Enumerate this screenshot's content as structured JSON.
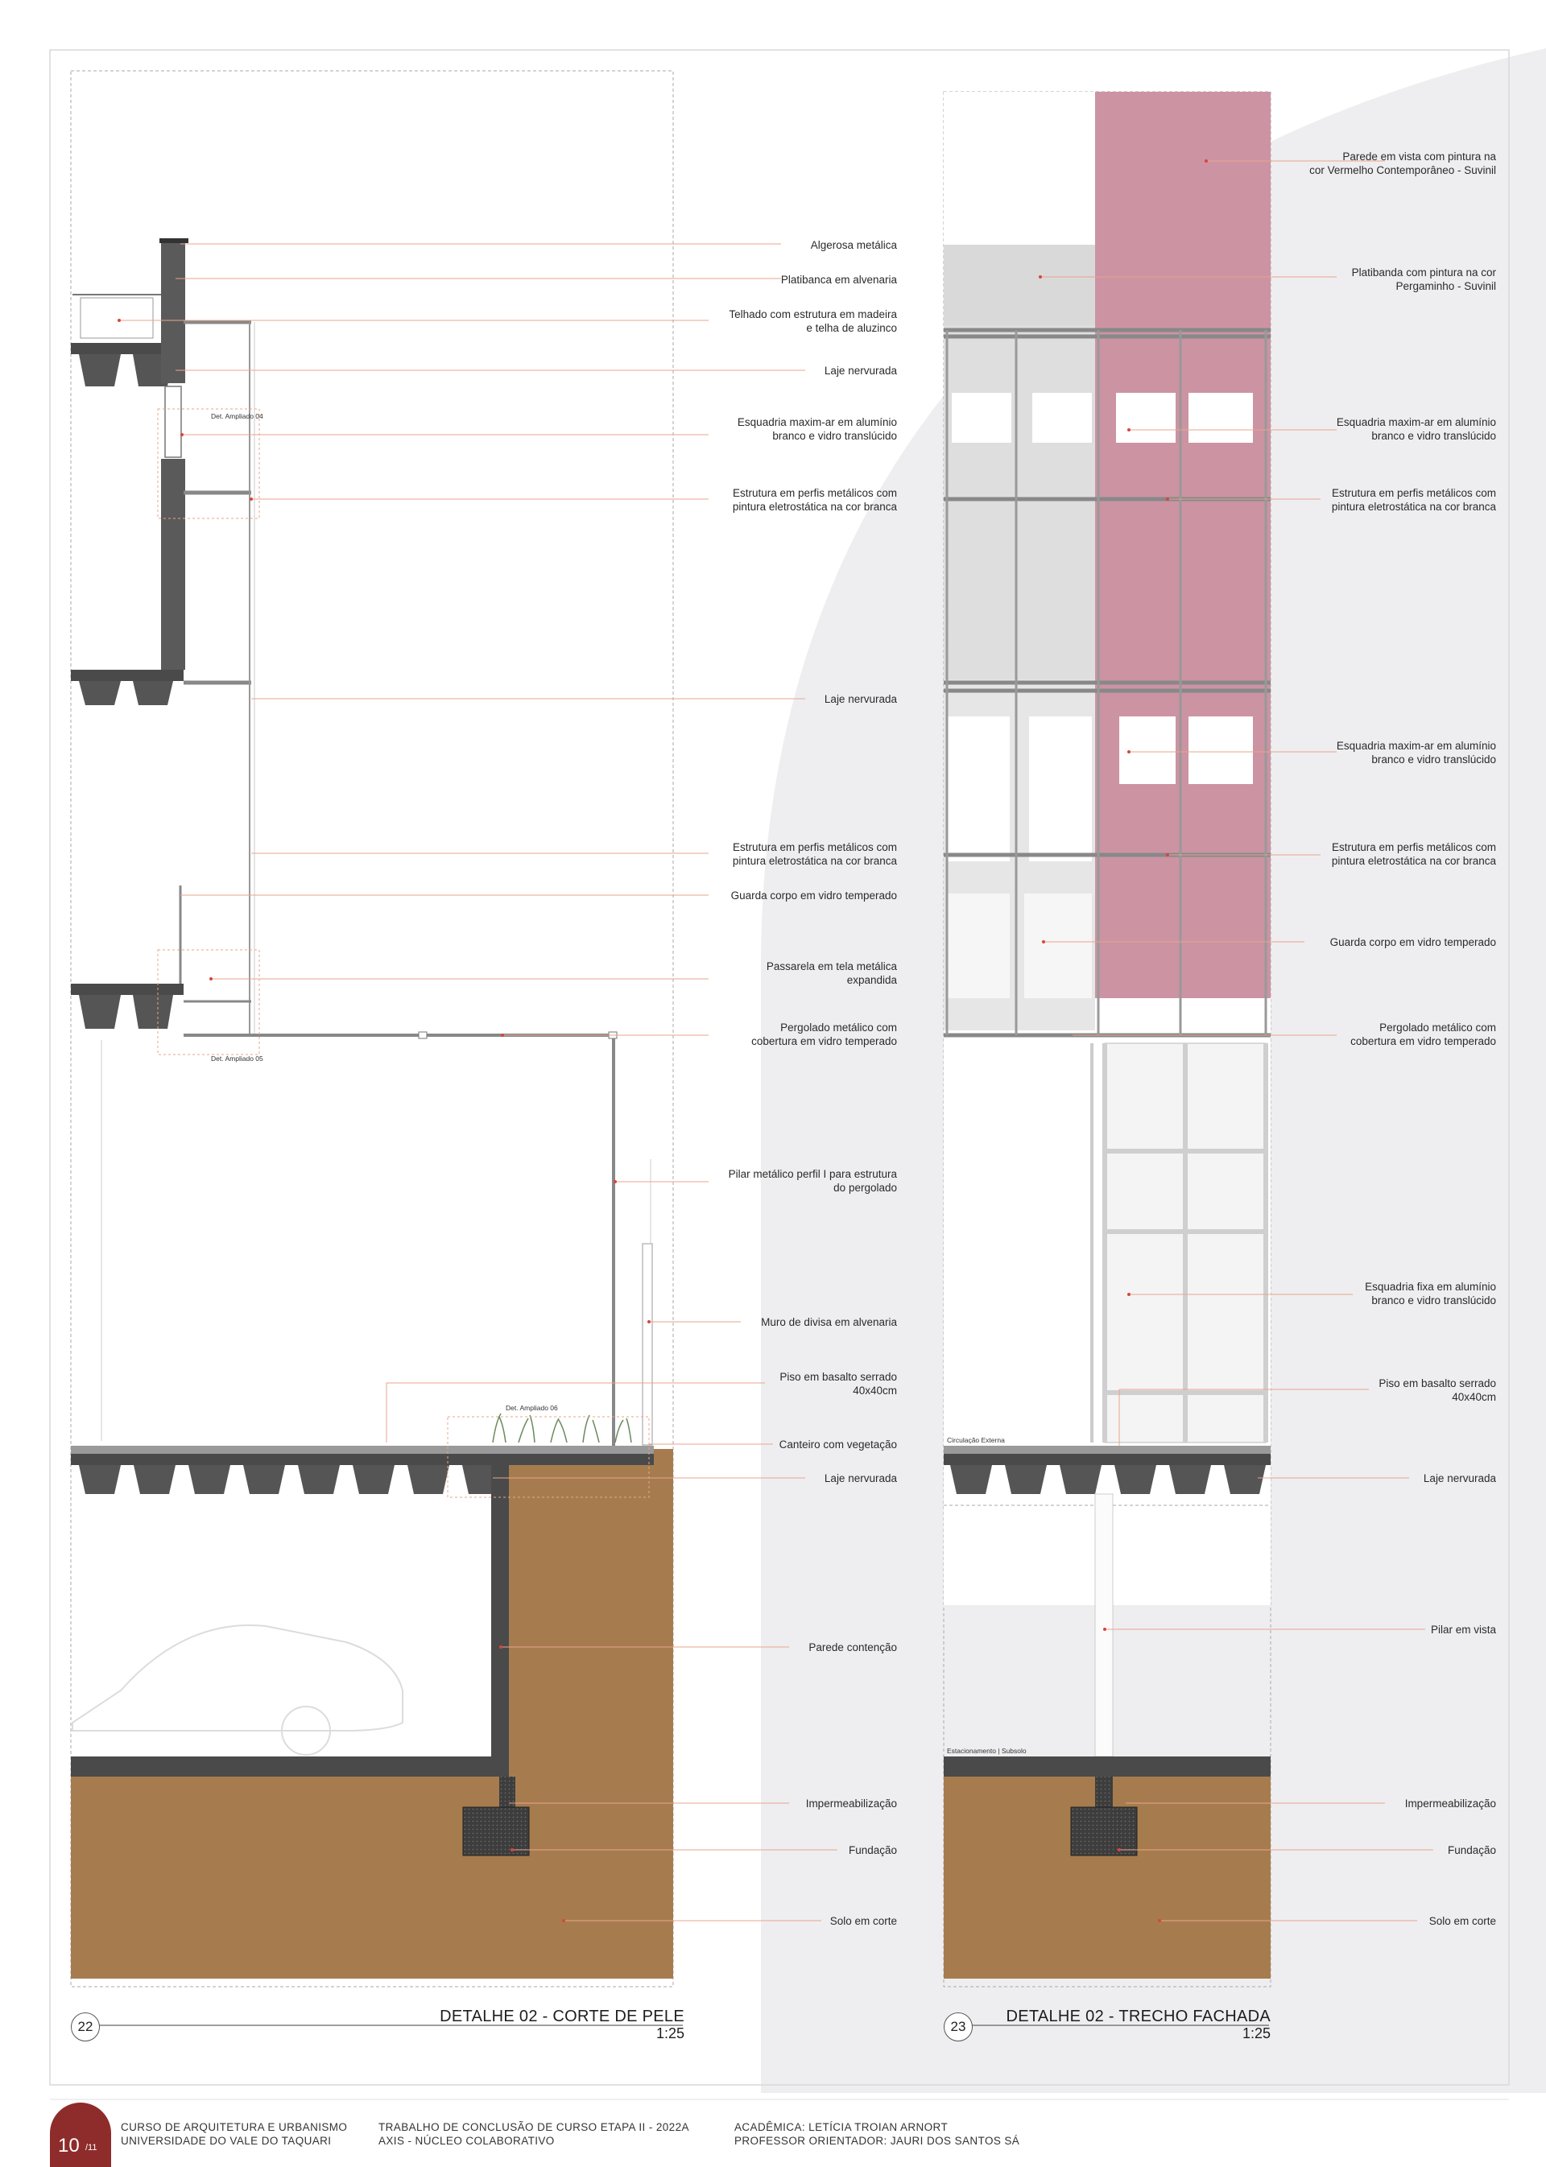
{
  "left_detail": {
    "number": "22",
    "title": "DETALHE 02 - CORTE DE PELE",
    "scale": "1:25",
    "labels": [
      "Algerosa metálica",
      "Platibanca em alvenaria",
      "Telhado com estrutura em madeira\ne telha de aluzinco",
      "Laje nervurada",
      "Esquadria maxim-ar em alumínio\nbranco e vidro translúcido",
      "Estrutura em perfis metálicos com\npintura eletrostática na cor branca",
      "Laje nervurada",
      "Estrutura em perfis metálicos com\npintura eletrostática na cor branca",
      "Guarda corpo em vidro temperado",
      "Passarela em tela metálica\nexpandida",
      "Pergolado metálico com\ncobertura em vidro temperado",
      "Pilar metálico perfil I para estrutura\ndo pergolado",
      "Muro de divisa em alvenaria",
      "Piso em basalto serrado\n40x40cm",
      "Canteiro com vegetação",
      "Laje nervurada",
      "Parede contenção",
      "Impermeabilização",
      "Fundação",
      "Solo em corte"
    ],
    "tags": [
      "Det. Ampliado 04",
      "Det. Ampliado 05",
      "Det. Ampliado 06"
    ]
  },
  "right_detail": {
    "number": "23",
    "title": "DETALHE 02 - TRECHO FACHADA",
    "scale": "1:25",
    "labels": [
      "Parede em vista com pintura na\ncor Vermelho Contemporâneo - Suvinil",
      "Platibanda com pintura na cor\nPergaminho - Suvinil",
      "Esquadria maxim-ar em alumínio\nbranco e vidro translúcido",
      "Estrutura em perfis metálicos com\npintura eletrostática na cor branca",
      "Esquadria maxim-ar em alumínio\nbranco e vidro translúcido",
      "Estrutura em perfis metálicos com\npintura eletrostática na cor branca",
      "Guarda corpo em vidro temperado",
      "Pergolado metálico com\ncobertura em vidro temperado",
      "Esquadria fixa em alumínio\nbranco e vidro translúcido",
      "Piso em basalto serrado\n40x40cm",
      "Laje nervurada",
      "Pilar em vista",
      "Impermeabilização",
      "Fundação",
      "Solo em corte"
    ],
    "tags": [
      "Circulação Externa",
      "Estacionamento | Subsolo"
    ]
  },
  "footer": {
    "page": "10",
    "total": "/11",
    "course_line1": "CURSO DE ARQUITETURA E URBANISMO",
    "course_line2": "UNIVERSIDADE DO VALE DO TAQUARI",
    "work_line1": "TRABALHO DE CONCLUSÃO DE CURSO ETAPA II - 2022A",
    "work_line2": "AXIS - NÚCLEO COLABORATIVO",
    "author_line1": "ACADÊMICA: LETÍCIA TROIAN ARNORT",
    "author_line2": "PROFESSOR ORIENTADOR: JAURI DOS SANTOS SÁ"
  },
  "colors": {
    "wine": "#cc93a3",
    "soil": "#a67c4e",
    "slab": "#4a4a4a",
    "leader": "#e58b7a",
    "accent": "#8e2c2c"
  }
}
